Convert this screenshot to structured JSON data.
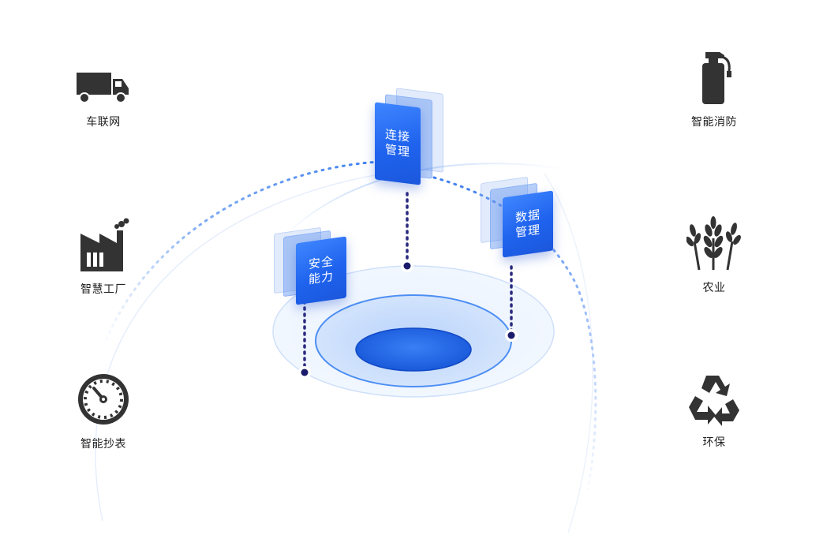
{
  "center_cards": [
    {
      "id": "connection",
      "label": "连接管理"
    },
    {
      "id": "data",
      "label": "数据管理"
    },
    {
      "id": "security",
      "label": "安全能力"
    }
  ],
  "left_apps": [
    {
      "label": "车联网",
      "icon": "truck-icon"
    },
    {
      "label": "智慧工厂",
      "icon": "factory-icon"
    },
    {
      "label": "智能抄表",
      "icon": "meter-gauge-icon"
    }
  ],
  "right_apps": [
    {
      "label": "智能消防",
      "icon": "fire-extinguisher-icon"
    },
    {
      "label": "农业",
      "icon": "wheat-icon"
    },
    {
      "label": "环保",
      "icon": "recycle-icon"
    }
  ],
  "colors": {
    "accent": "#1f63ee",
    "accent_light": "#3f86ff",
    "icon": "#333333",
    "dot_dark": "#1b1b6b"
  }
}
